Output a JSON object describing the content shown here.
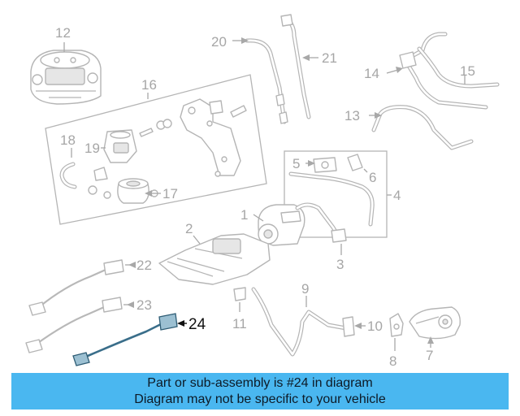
{
  "callouts": {
    "c1": "1",
    "c2": "2",
    "c3": "3",
    "c4": "4",
    "c5": "5",
    "c6": "6",
    "c7": "7",
    "c8": "8",
    "c9": "9",
    "c10": "10",
    "c11": "11",
    "c12": "12",
    "c13": "13",
    "c14": "14",
    "c15": "15",
    "c16": "16",
    "c17": "17",
    "c18": "18",
    "c19": "19",
    "c20": "20",
    "c21": "21",
    "c22": "22",
    "c23": "23",
    "c24": "24"
  },
  "highlight": {
    "part_number": "24",
    "color": "#9cc0d2"
  },
  "banner": {
    "line1": "Part or sub-assembly is #24 in diagram",
    "line2": "Diagram may not be specific to your vehicle",
    "color": "#4ab7f0"
  }
}
